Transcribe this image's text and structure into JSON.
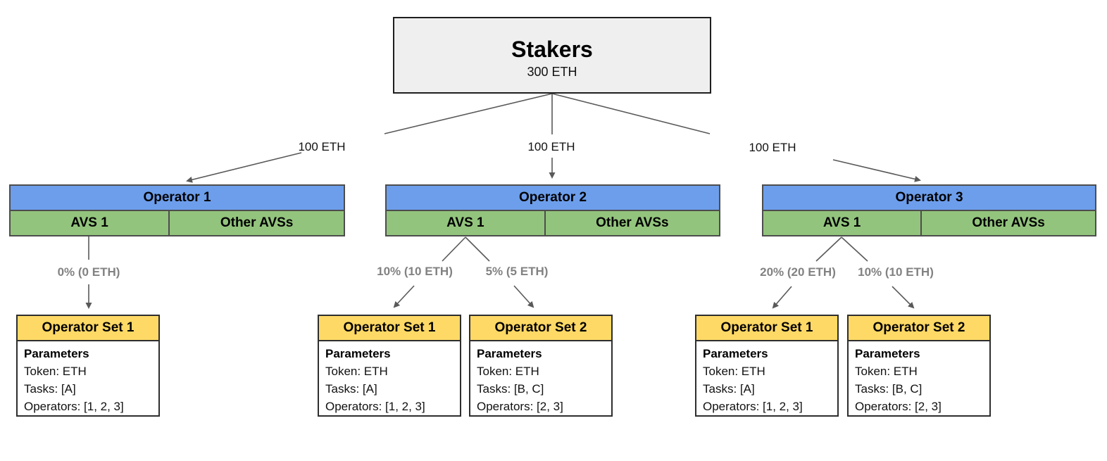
{
  "diagram": {
    "stakers": {
      "title": "Stakers",
      "amount": "300 ETH"
    },
    "delegations": [
      {
        "label": "100 ETH"
      },
      {
        "label": "100 ETH"
      },
      {
        "label": "100 ETH"
      }
    ],
    "operators": [
      {
        "name": "Operator 1",
        "avs_label": "AVS 1",
        "other_label": "Other AVSs",
        "allocations": [
          {
            "label": "0% (0 ETH)"
          }
        ],
        "operator_sets": [
          {
            "title": "Operator Set 1",
            "params_heading": "Parameters",
            "lines": [
              "Token: ETH",
              "Tasks: [A]",
              "Operators: [1, 2, 3]"
            ]
          }
        ]
      },
      {
        "name": "Operator 2",
        "avs_label": "AVS 1",
        "other_label": "Other AVSs",
        "allocations": [
          {
            "label": "10% (10 ETH)"
          },
          {
            "label": "5% (5 ETH)"
          }
        ],
        "operator_sets": [
          {
            "title": "Operator Set 1",
            "params_heading": "Parameters",
            "lines": [
              "Token: ETH",
              "Tasks: [A]",
              "Operators: [1, 2, 3]"
            ]
          },
          {
            "title": "Operator Set 2",
            "params_heading": "Parameters",
            "lines": [
              "Token: ETH",
              "Tasks: [B, C]",
              "Operators: [2, 3]"
            ]
          }
        ]
      },
      {
        "name": "Operator 3",
        "avs_label": "AVS 1",
        "other_label": "Other AVSs",
        "allocations": [
          {
            "label": "20% (20 ETH)"
          },
          {
            "label": "10% (10 ETH)"
          }
        ],
        "operator_sets": [
          {
            "title": "Operator Set 1",
            "params_heading": "Parameters",
            "lines": [
              "Token: ETH",
              "Tasks: [A]",
              "Operators: [1, 2, 3]"
            ]
          },
          {
            "title": "Operator Set 2",
            "params_heading": "Parameters",
            "lines": [
              "Token: ETH",
              "Tasks: [B, C]",
              "Operators: [2, 3]"
            ]
          }
        ]
      }
    ],
    "colors": {
      "operator_header_blue": "#6d9eeb",
      "avs_row_green": "#93c47d",
      "operator_set_yellow": "#ffd966",
      "stakers_fill": "#efefef",
      "connector_gray": "#595959",
      "muted_label_gray": "#828282"
    }
  }
}
